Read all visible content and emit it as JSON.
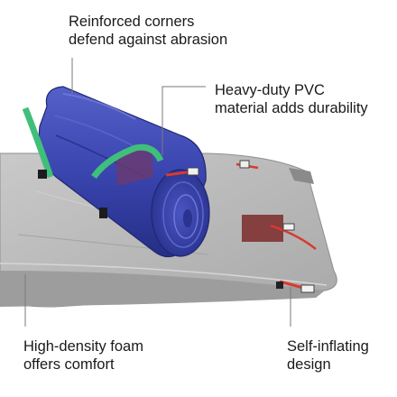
{
  "callouts": {
    "corners": {
      "line1": "Reinforced corners",
      "line2": "defend against abrasion"
    },
    "pvc": {
      "line1": "Heavy-duty PVC",
      "line2": "material adds durability"
    },
    "foam": {
      "line1": "High-density foam",
      "line2": "offers comfort"
    },
    "inflate": {
      "line1": "Self-inflating",
      "line2": "design"
    }
  },
  "colors": {
    "mat_gray": "#b9b9b9",
    "roll_blue": "#3a45b0",
    "strap_green": "#3fbf7a",
    "valve_red": "#d83a2e",
    "leader_line": "#7a7a7a"
  }
}
